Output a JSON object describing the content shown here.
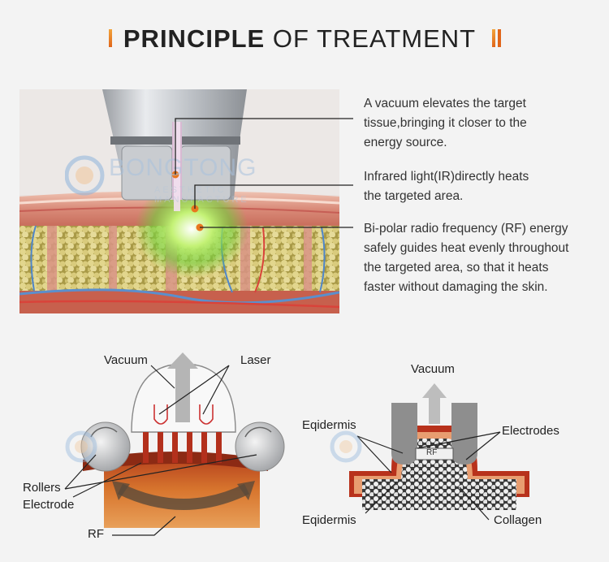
{
  "header": {
    "title_bold": "PRINCIPLE",
    "title_light": "OF TREATMENT"
  },
  "watermark": {
    "brand": "BONGTONG",
    "tagline": "AESTHETIC MANUFACTURE"
  },
  "callouts": [
    {
      "line1": "A vacuum elevates the target",
      "line2": "tissue,bringing it closer to the",
      "line3": "energy source.",
      "line4": ""
    },
    {
      "line1": "Infrared light(IR)directly heats",
      "line2": "the targeted area.",
      "line3": "",
      "line4": ""
    },
    {
      "line1": "Bi-polar radio frequency (RF) energy",
      "line2": "safely guides heat evenly throughout",
      "line3": "the targeted area, so that it heats",
      "line4": "faster without damaging the skin."
    }
  ],
  "left_diagram": {
    "vacuum": "Vacuum",
    "laser": "Laser",
    "rollers": "Rollers",
    "electrode": "Electrode",
    "rf": "RF"
  },
  "right_diagram": {
    "vacuum": "Vacuum",
    "epidermis_top": "Eqidermis",
    "epidermis_bottom": "Eqidermis",
    "electrodes": "Electrodes",
    "collagen": "Collagen",
    "rf_badge": "RF"
  },
  "colors": {
    "accent": "#e8771f",
    "tissue_red": "#b83a22",
    "fat_yellow": "#d8cc7a",
    "green_glow": "#8fe04a"
  }
}
